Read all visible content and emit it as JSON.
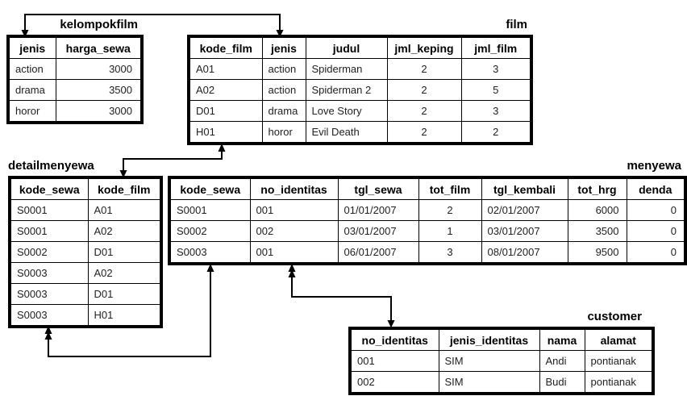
{
  "diagram": {
    "background_color": "#ffffff",
    "line_color": "#000000",
    "text_color": "#000000"
  },
  "tables": [
    {
      "id": "kelompokfilm",
      "title": "kelompokfilm",
      "columns": [
        "jenis",
        "harga_sewa"
      ],
      "rows": [
        [
          "action",
          "3000"
        ],
        [
          "drama",
          "3500"
        ],
        [
          "horor",
          "3000"
        ]
      ]
    },
    {
      "id": "film",
      "title": "film",
      "columns": [
        "kode_film",
        "jenis",
        "judul",
        "jml_keping",
        "jml_film"
      ],
      "rows": [
        [
          "A01",
          "action",
          "Spiderman",
          "2",
          "3"
        ],
        [
          "A02",
          "action",
          "Spiderman 2",
          "2",
          "5"
        ],
        [
          "D01",
          "drama",
          "Love Story",
          "2",
          "3"
        ],
        [
          "H01",
          "horor",
          "Evil Death",
          "2",
          "2"
        ]
      ]
    },
    {
      "id": "detailmenyewa",
      "title": "detailmenyewa",
      "columns": [
        "kode_sewa",
        "kode_film"
      ],
      "rows": [
        [
          "S0001",
          "A01"
        ],
        [
          "S0001",
          "A02"
        ],
        [
          "S0002",
          "D01"
        ],
        [
          "S0003",
          "A02"
        ],
        [
          "S0003",
          "D01"
        ],
        [
          "S0003",
          "H01"
        ]
      ]
    },
    {
      "id": "menyewa",
      "title": "menyewa",
      "columns": [
        "kode_sewa",
        "no_identitas",
        "tgl_sewa",
        "tot_film",
        "tgl_kembali",
        "tot_hrg",
        "denda"
      ],
      "rows": [
        [
          "S0001",
          "001",
          "01/01/2007",
          "2",
          "02/01/2007",
          "6000",
          "0"
        ],
        [
          "S0002",
          "002",
          "03/01/2007",
          "1",
          "03/01/2007",
          "3500",
          "0"
        ],
        [
          "S0003",
          "001",
          "06/01/2007",
          "3",
          "08/01/2007",
          "9500",
          "0"
        ]
      ]
    },
    {
      "id": "customer",
      "title": "customer",
      "columns": [
        "no_identitas",
        "jenis_identitas",
        "nama",
        "alamat"
      ],
      "rows": [
        [
          "001",
          "SIM",
          "Andi",
          "pontianak"
        ],
        [
          "002",
          "SIM",
          "Budi",
          "pontianak"
        ]
      ]
    }
  ],
  "relationships": [
    {
      "id": "kelompokfilm-film",
      "from": "kelompokfilm.jenis",
      "to": "film.jenis"
    },
    {
      "id": "film-detailmenyewa",
      "from": "film.kode_film",
      "to": "detailmenyewa.kode_film"
    },
    {
      "id": "detailmenyewa-menyewa",
      "from": "detailmenyewa.kode_sewa",
      "to": "menyewa.kode_sewa"
    },
    {
      "id": "menyewa-customer",
      "from": "menyewa.no_identitas",
      "to": "customer.no_identitas"
    }
  ]
}
